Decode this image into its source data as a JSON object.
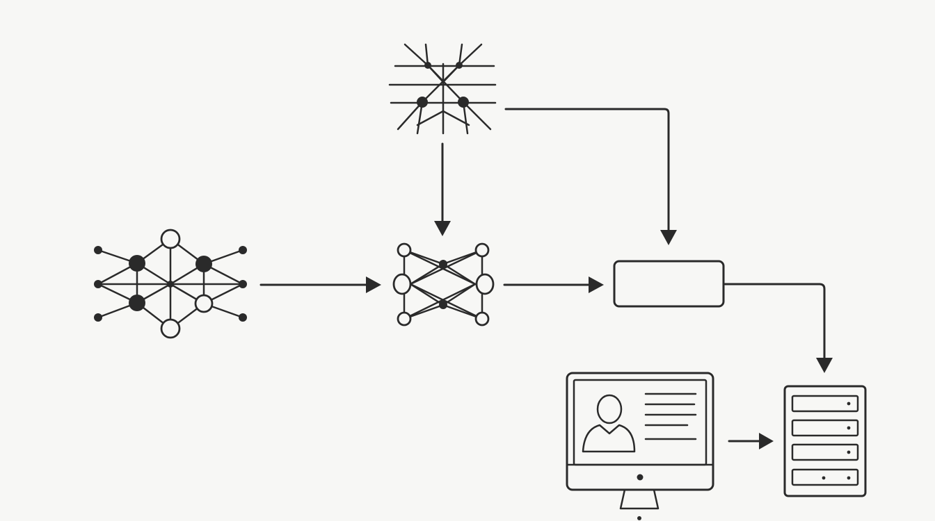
{
  "diagram": {
    "nodes": [
      {
        "id": "branch-network",
        "icon": "branching-network-icon"
      },
      {
        "id": "mesh-network",
        "icon": "mesh-network-icon"
      },
      {
        "id": "small-network",
        "icon": "small-network-icon"
      },
      {
        "id": "process-box",
        "icon": "empty-rectangle"
      },
      {
        "id": "monitor",
        "icon": "computer-monitor-user-icon"
      },
      {
        "id": "server",
        "icon": "server-rack-icon"
      }
    ],
    "edges": [
      {
        "from": "branch-network",
        "to": "small-network"
      },
      {
        "from": "branch-network",
        "to": "process-box"
      },
      {
        "from": "mesh-network",
        "to": "small-network"
      },
      {
        "from": "small-network",
        "to": "process-box"
      },
      {
        "from": "process-box",
        "to": "server"
      },
      {
        "from": "monitor",
        "to": "server"
      }
    ],
    "colors": {
      "background": "#f7f7f5",
      "ink": "#2a2a2a"
    }
  }
}
